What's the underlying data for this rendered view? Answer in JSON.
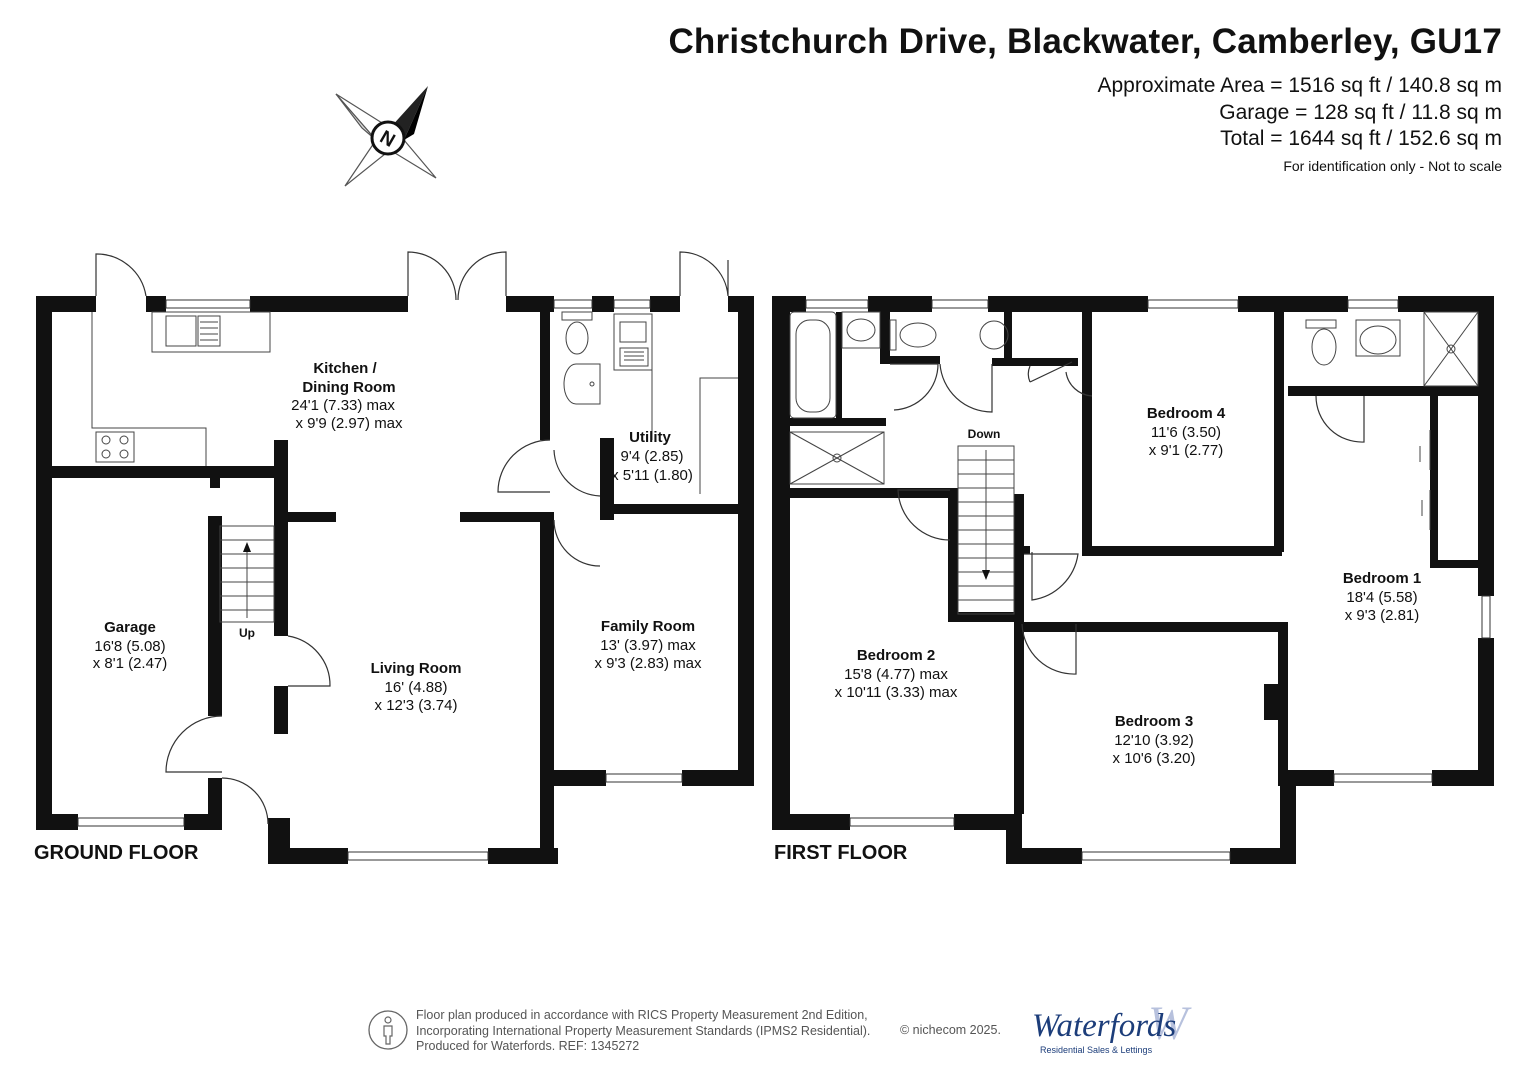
{
  "header": {
    "title": "Christchurch Drive, Blackwater, Camberley, GU17",
    "area_line": "Approximate Area = 1516 sq ft / 140.8 sq m",
    "garage_line": "Garage = 128 sq ft / 11.8 sq m",
    "total_line": "Total = 1644 sq ft / 152.6 sq m",
    "note": "For identification only - Not to scale"
  },
  "compass": {
    "letter": "N"
  },
  "ground_floor": {
    "label": "GROUND FLOOR",
    "stairs_label": "Up",
    "rooms": {
      "kitchen": {
        "name_l1": "Kitchen /",
        "name_l2": "Dining Room",
        "dim1": "24'1 (7.33) max",
        "dim2": "x 9'9 (2.97) max"
      },
      "utility": {
        "name": "Utility",
        "dim1": "9'4 (2.85)",
        "dim2": "x 5'11 (1.80)"
      },
      "garage": {
        "name": "Garage",
        "dim1": "16'8 (5.08)",
        "dim2": "x 8'1 (2.47)"
      },
      "living": {
        "name": "Living Room",
        "dim1": "16' (4.88)",
        "dim2": "x 12'3 (3.74)"
      },
      "family": {
        "name": "Family Room",
        "dim1": "13' (3.97) max",
        "dim2": "x 9'3 (2.83) max"
      }
    }
  },
  "first_floor": {
    "label": "FIRST FLOOR",
    "stairs_label": "Down",
    "rooms": {
      "bed4": {
        "name": "Bedroom 4",
        "dim1": "11'6 (3.50)",
        "dim2": "x 9'1 (2.77)"
      },
      "bed1": {
        "name": "Bedroom 1",
        "dim1": "18'4 (5.58)",
        "dim2": "x 9'3 (2.81)"
      },
      "bed2": {
        "name": "Bedroom 2",
        "dim1": "15'8 (4.77) max",
        "dim2": "x 10'11 (3.33) max"
      },
      "bed3": {
        "name": "Bedroom 3",
        "dim1": "12'10 (3.92)",
        "dim2": "x 10'6 (3.20)"
      }
    }
  },
  "footer": {
    "line1": "Floor plan produced in accordance with RICS Property Measurement 2nd Edition,",
    "line2": "Incorporating International Property Measurement Standards (IPMS2 Residential).",
    "line3": "Produced for Waterfords.   REF:  1345272",
    "copyright": "© nichecom 2025.",
    "logo_text": "Waterfords",
    "logo_sub": "Residential Sales & Lettings",
    "logo_mark": "W"
  },
  "colors": {
    "wall": "#111111",
    "logo": "#1c3d7a",
    "fixture": "#555555"
  }
}
